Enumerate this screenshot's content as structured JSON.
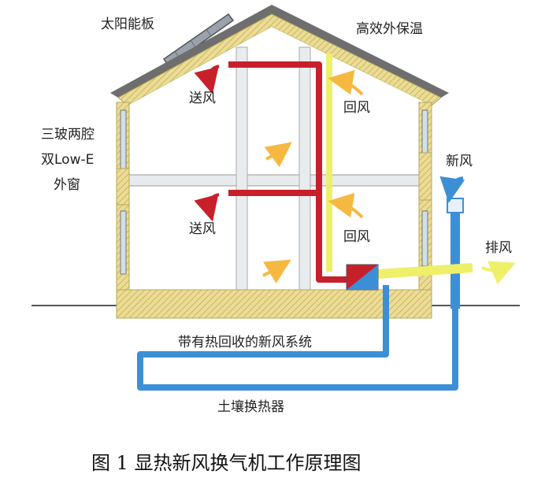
{
  "labels": {
    "solar_panel": "太阳能板",
    "insulation": "高效外保温",
    "window_line1": "三玻两腔",
    "window_line2": "双Low-E",
    "window_line3": "外窗",
    "supply_air_upper": "送风",
    "supply_air_lower": "送风",
    "return_air_upper": "回风",
    "return_air_lower": "回风",
    "fresh_air": "新风",
    "exhaust_air": "排风",
    "system_name": "带有热回收的新风系统",
    "ground_exchanger": "土壤换热器"
  },
  "caption": "图 1  显热新风换气机工作原理图",
  "colors": {
    "supply_duct": "#c8202a",
    "fresh_duct": "#3c8fd6",
    "exhaust_duct": "#eef06a",
    "insulation_fill": "#ecdc94",
    "roof": "#6e6e6e",
    "arrow_orange": "#f5b942"
  }
}
